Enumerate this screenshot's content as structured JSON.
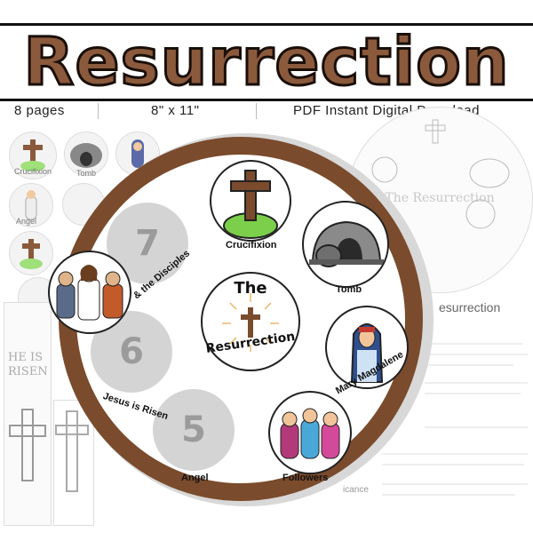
{
  "title": "Resurrection",
  "meta": {
    "pages": "8 pages",
    "size": "8\" x 11\"",
    "download": "PDF Instant Digital Download"
  },
  "wheel": {
    "center": {
      "line1": "The",
      "line2": "Resurrection"
    },
    "slots": [
      {
        "label": "Crucifixion",
        "icon": "cross-on-hill-icon"
      },
      {
        "label": "Tomb",
        "icon": "tomb-icon"
      },
      {
        "label": "Mary Magdalene",
        "icon": "mary-magdalene-icon"
      },
      {
        "label": "Followers",
        "icon": "followers-icon"
      },
      {
        "label": "Angel",
        "number": "5"
      },
      {
        "label": "Jesus is Risen",
        "number": "6"
      },
      {
        "label": "& the Disciples",
        "number": "7",
        "icon": "jesus-disciples-icon"
      }
    ]
  },
  "background": {
    "ghost_labels": [
      "Crucifixion",
      "Tomb",
      "Angel"
    ],
    "ghost_wheel_title": "The Resurrection",
    "ghost_heading": "esurrection",
    "ghost_bookmark": "HE IS RISEN",
    "ghost_footer": "icance"
  },
  "colors": {
    "brown": "#7a4b2c",
    "title_fill": "#8b5a3c",
    "grey_slot": "#d4d4d4",
    "grass": "#7ccf4a"
  }
}
